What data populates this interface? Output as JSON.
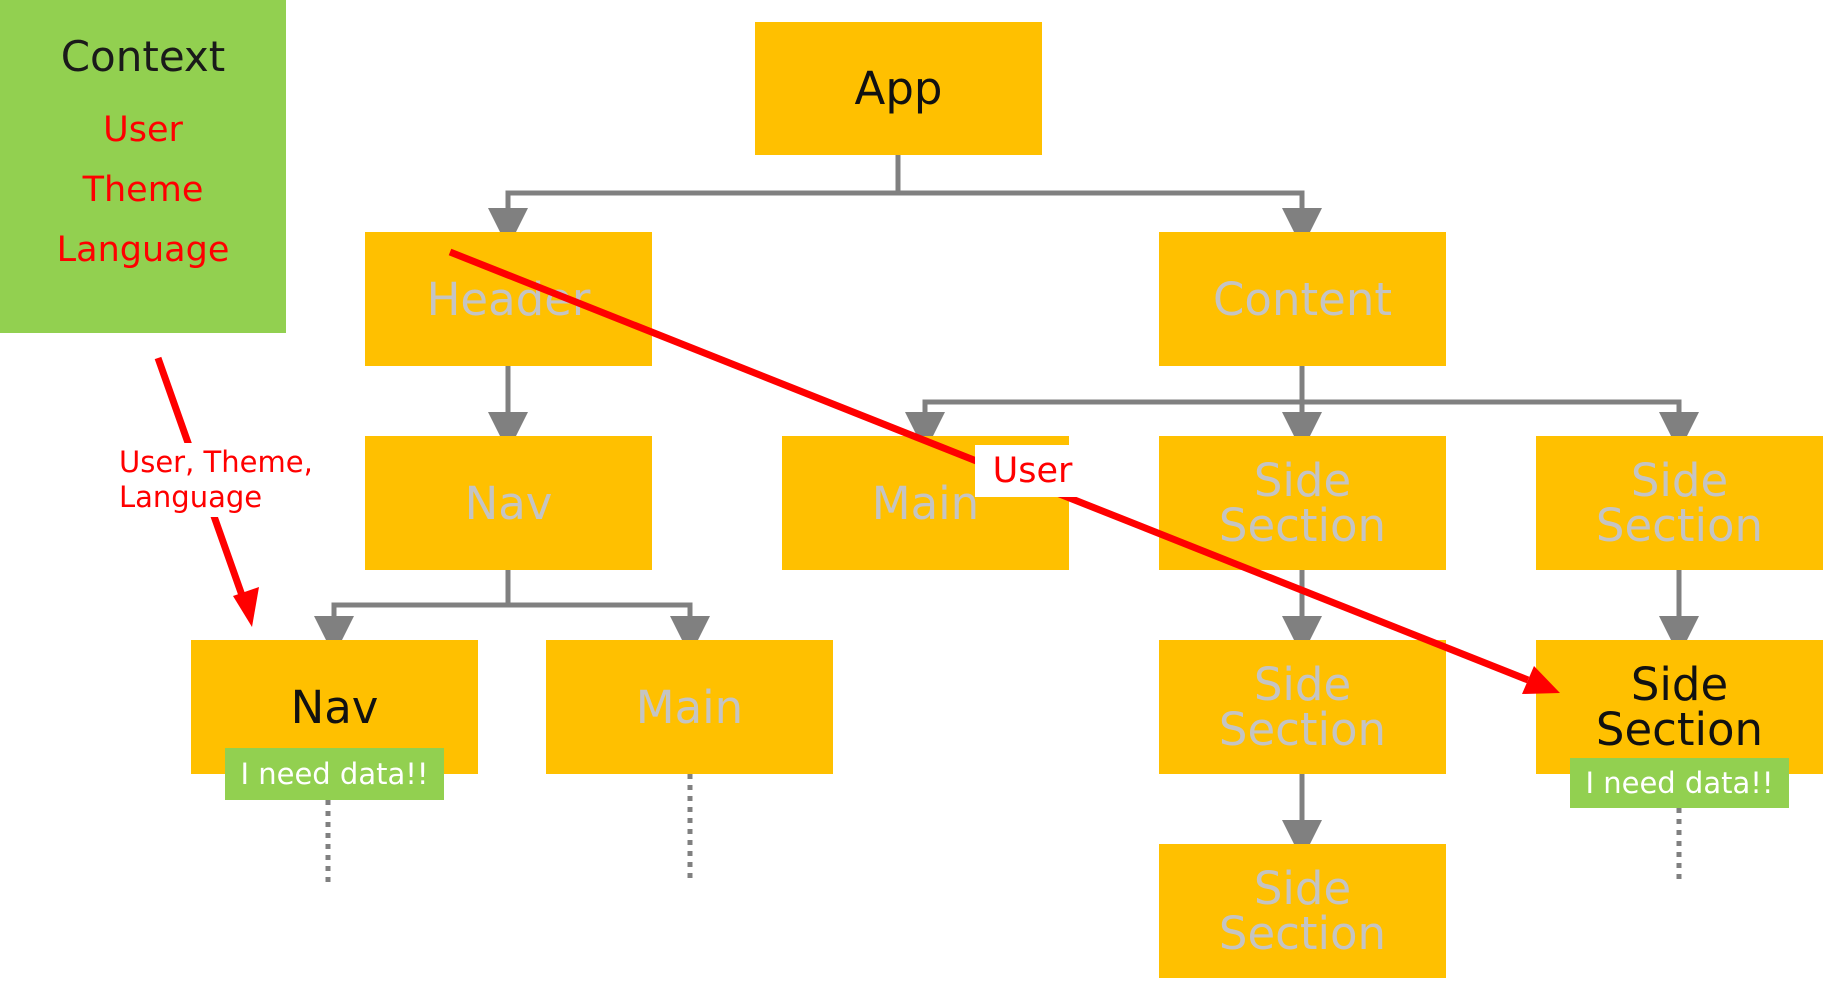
{
  "context": {
    "title": "Context",
    "items": [
      "User",
      "Theme",
      "Language"
    ]
  },
  "nodes": {
    "app": "App",
    "header": "Header",
    "content": "Content",
    "nav": "Nav",
    "main": "Main",
    "side_section_1": "Side\nSection",
    "side_section_2": "Side\nSection",
    "nav_child": "Nav",
    "main_child": "Main",
    "side_section_3": "Side\nSection",
    "side_section_4": "Side\nSection",
    "side_section_5": "Side\nSection"
  },
  "badges": {
    "nav_need": "I need data!!",
    "side_need": "I need data!!"
  },
  "flows": {
    "context_label": "User, Theme,\nLanguage",
    "user_label": "User"
  },
  "colors": {
    "node_fill": "#FFC000",
    "context_fill": "#92D050",
    "flow_arrow": "#FF0000",
    "connector": "#808080",
    "inactive_text": "#C4C4C4",
    "active_text": "#111111"
  }
}
